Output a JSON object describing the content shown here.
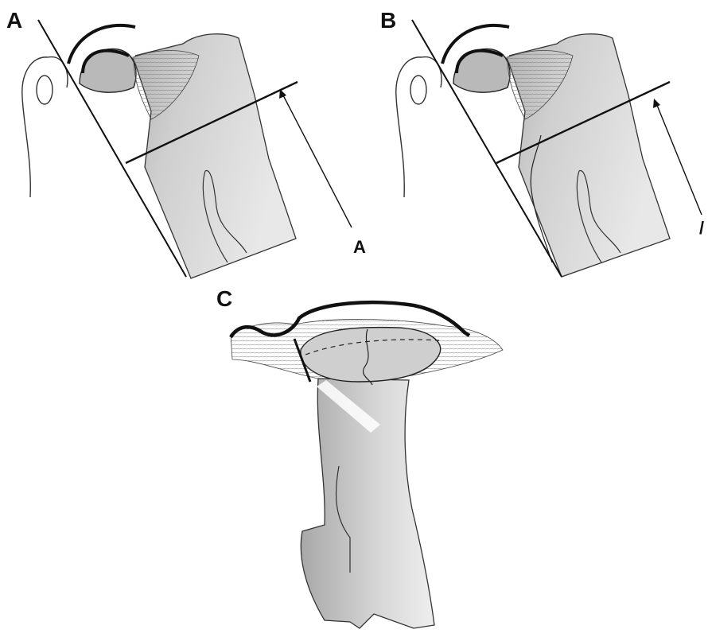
{
  "panels": {
    "a": {
      "label": "A",
      "arrow_label": "A"
    },
    "b": {
      "label": "B",
      "arrow_label": "/"
    },
    "c": {
      "label": "C"
    }
  }
}
